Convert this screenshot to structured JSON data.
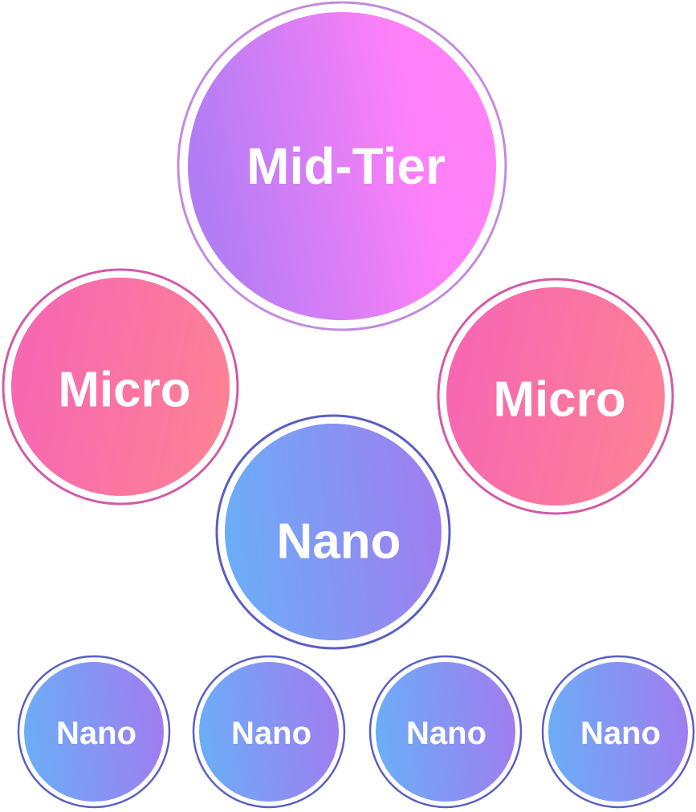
{
  "nodes": {
    "mid_tier": {
      "label": "Mid-Tier"
    },
    "micro_left": {
      "label": "Micro"
    },
    "micro_right": {
      "label": "Micro"
    },
    "nano_center": {
      "label": "Nano"
    },
    "nano_1": {
      "label": "Nano"
    },
    "nano_2": {
      "label": "Nano"
    },
    "nano_3": {
      "label": "Nano"
    },
    "nano_4": {
      "label": "Nano"
    }
  },
  "colors": {
    "mid_tier": [
      "#b47cf5",
      "#ff80f8"
    ],
    "micro": [
      "#f868b0",
      "#fb7f98"
    ],
    "nano": [
      "#6eaaf6",
      "#9e7ef0"
    ]
  }
}
